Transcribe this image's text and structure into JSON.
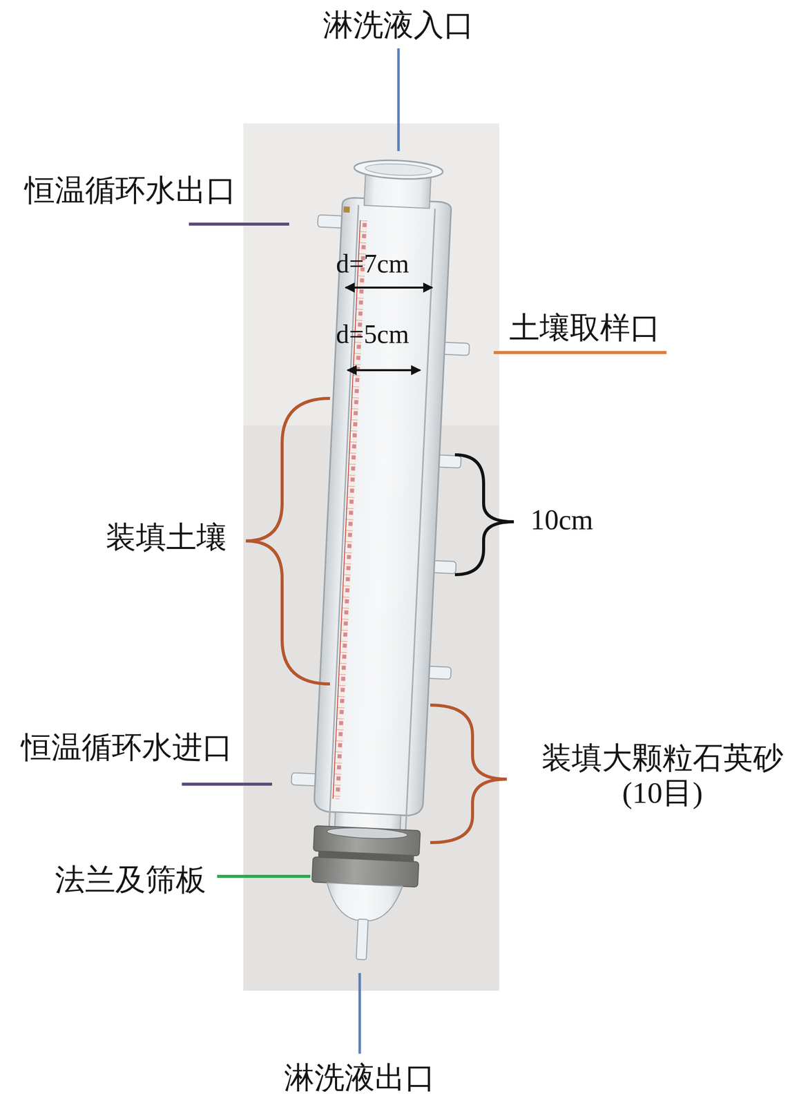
{
  "diagram": {
    "labels": [
      "淋洗液入口",
      "恒温循环水出口",
      "d=7cm",
      "土壤取样口",
      "d=5cm",
      "10cm",
      "装填土壤",
      "恒温循环水进口",
      "装填大颗粒石英砂 (10目)",
      "法兰及筛板",
      "淋洗液出口"
    ]
  }
}
